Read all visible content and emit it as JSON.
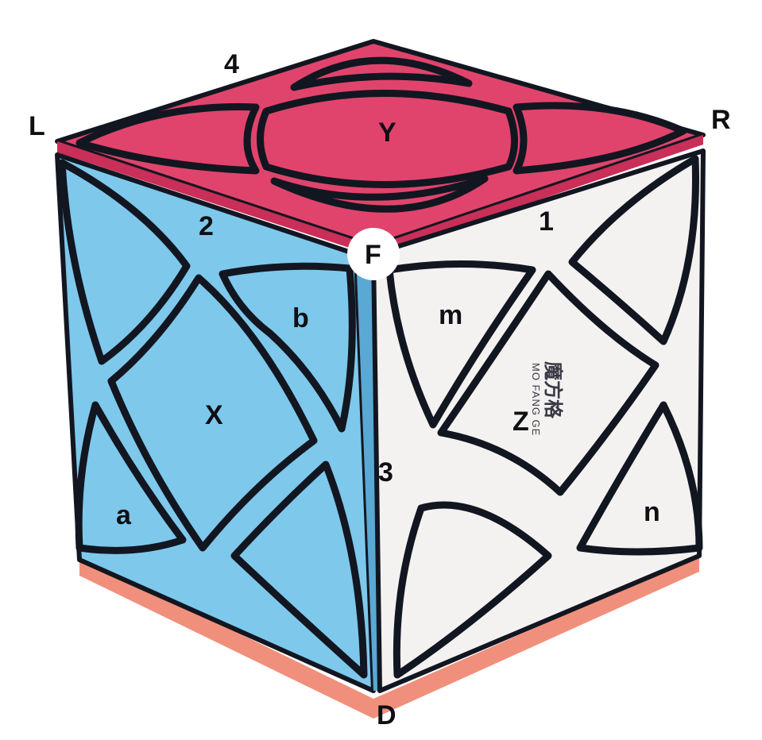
{
  "colors": {
    "top_face": "#e0446c",
    "top_face_edge": "#c92f58",
    "left_face": "#7ec8ec",
    "left_face_edge": "#5aa8d4",
    "right_face": "#f4f2f1",
    "right_face_edge": "#dcd8d6",
    "groove": "#121620",
    "bottom_sliver": "#f0907c"
  },
  "labels": {
    "L": "L",
    "R": "R",
    "D": "D",
    "F": "F",
    "n1": "1",
    "n2": "2",
    "n3": "3",
    "n4": "4",
    "X": "X",
    "Y": "Y",
    "Z": "Z",
    "a": "a",
    "b": "b",
    "m": "m",
    "n": "n"
  },
  "logo": {
    "glyphs": "魔方格",
    "text": "MO FANG GE"
  }
}
